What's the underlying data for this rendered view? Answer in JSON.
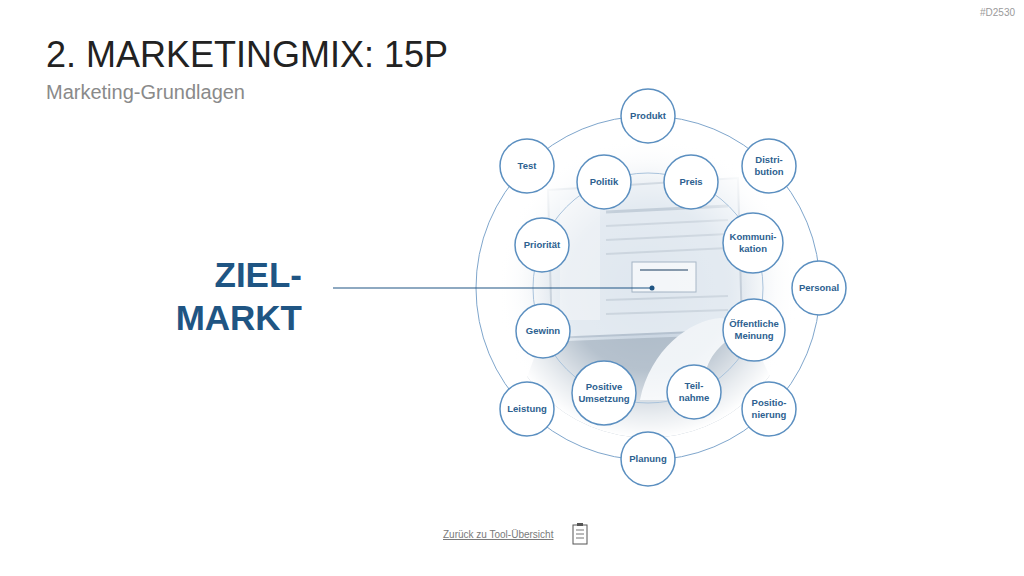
{
  "diagram": {
    "title": "2. MARKETINGMIX: 15P",
    "nodes": [
      {
        "text": [
          "Produkt"
        ]
      },
      {
        "text": [
          "Test"
        ]
      },
      {
        "text": [
          "Politik"
        ]
      },
      {
        "text": [
          "Preis"
        ]
      },
      {
        "text": [
          "Distri- bution"
        ]
      },
      {
        "text": [
          "Priorität"
        ]
      },
      {
        "text": [
          "Kommuni- kation"
        ]
      },
      {
        "text": [
          "Personal"
        ]
      },
      {
        "text": [
          "Gewinn"
        ]
      },
      {
        "text": [
          "Öffentliche Meinung"
        ]
      },
      {
        "text": [
          "Positive Umsetzung"
        ]
      },
      {
        "text": [
          "Teil- nahme"
        ]
      },
      {
        "text": [
          "Leistung"
        ]
      },
      {
        "text": [
          "Positio- nierung"
        ]
      },
      {
        "text": [
          "Planung"
        ]
      }
    ],
    "labels": [
      "Marketing-Grundlagen",
      "#D2530",
      "ZIEL- MARKT",
      "Zurück zu Tool-Übersicht"
    ]
  }
}
